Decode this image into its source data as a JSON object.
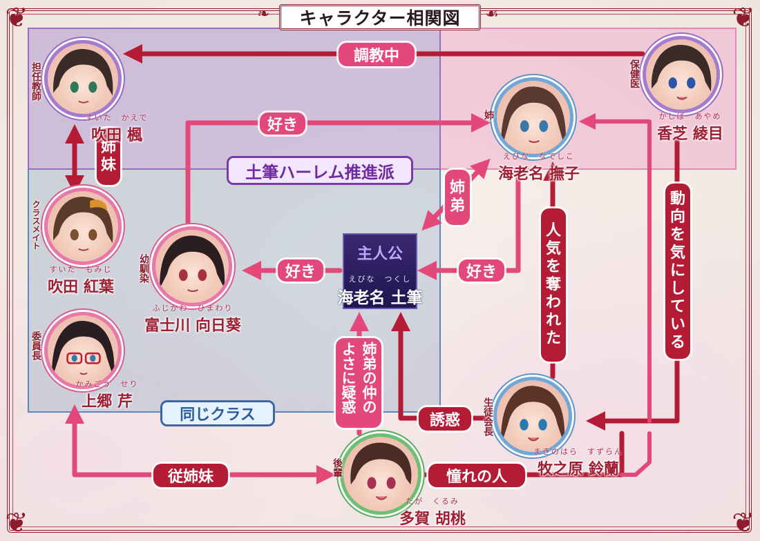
{
  "title": "キャラクター相関図",
  "regions": {
    "harem": "土筆ハーレム推進派",
    "same_class": "同じクラス"
  },
  "protagonist": {
    "role": "主人公",
    "ruby": "えびな　つくし",
    "name": "海老名 土筆"
  },
  "characters": {
    "suita_kaede": {
      "role": "担任教師",
      "ruby": "すいた　かえで",
      "name": "吹田 楓"
    },
    "kashiba_ayame": {
      "role": "保健医",
      "ruby": "かしば　あやめ",
      "name": "香芝 綾目"
    },
    "ebina_nadeshiko": {
      "role": "姉",
      "ruby": "えびな　なでしこ",
      "name": "海老名 撫子"
    },
    "suita_momiji": {
      "role": "クラスメイト",
      "ruby": "すいた　もみじ",
      "name": "吹田 紅葉"
    },
    "fujikawa_himawari": {
      "role": "幼馴染",
      "ruby": "ふじかわ　ひまわり",
      "name": "富士川 向日葵"
    },
    "kamigou_seri": {
      "role": "委員長",
      "ruby": "かみごう　せり",
      "name": "上郷 芹"
    },
    "makinohara_suzuran": {
      "role": "生徒会長",
      "ruby": "まきのはら　すずらん",
      "name": "牧之原 鈴蘭"
    },
    "taga_kurumi": {
      "role": "後輩",
      "ruby": "たが　くるみ",
      "name": "多賀 胡桃"
    }
  },
  "relations": {
    "choukyou": "調教中",
    "shimai": "姉妹",
    "suki_top": "好き",
    "shitei": "姉弟",
    "suki_mid": "好き",
    "suki_right": "好き",
    "ninki": "人気を奪われた",
    "doukou": "動向を気にしている",
    "shitei_gi": "姉弟の仲のよさに疑惑",
    "yuuwaku": "誘惑",
    "juushimai": "従姉妹",
    "akogare": "憧れの人"
  },
  "colors": {
    "frame": "#8c1c2c",
    "red": "#b41c36",
    "pink": "#e3487b",
    "purple_region": "#9b6bc2",
    "pink_region": "#e28ab6",
    "blue_region": "#5f86b4",
    "protagonist_bg": "#2a1d5e"
  },
  "icons": [
    "flourish-ornament",
    "rose-corner"
  ]
}
